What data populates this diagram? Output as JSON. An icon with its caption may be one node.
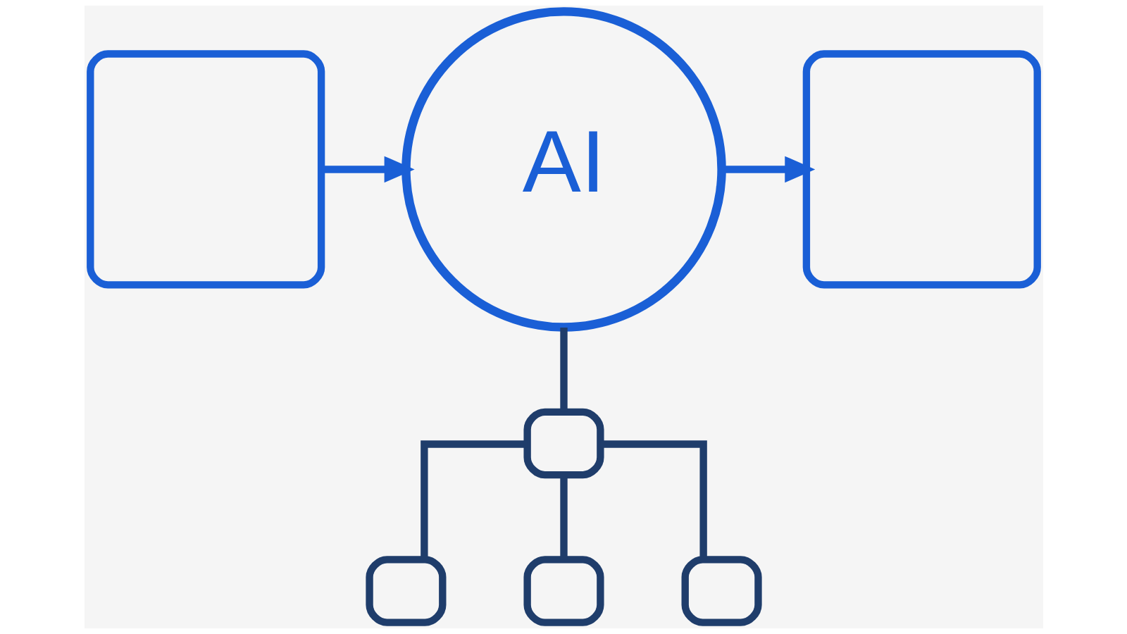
{
  "diagram": {
    "nodes": [
      {
        "text": [],
        "shape": "box"
      },
      {
        "text": [
          "AI"
        ]
      },
      {
        "text": [],
        "shape": "box"
      },
      {
        "text": [],
        "shape": "box"
      },
      {
        "text": [],
        "shape": "box"
      },
      {
        "text": [],
        "shape": "box"
      },
      {
        "text": [],
        "shape": "box"
      }
    ],
    "edges": [
      {
        "from": 0,
        "to": 1,
        "arrow": "to",
        "color": "#1a5fd6"
      },
      {
        "from": 1,
        "to": 2,
        "arrow": "to",
        "color": "#1a5fd6"
      },
      {
        "from": 1,
        "to": 3,
        "arrow": "none"
      },
      {
        "from": 3,
        "to": 4,
        "arrow": "none"
      },
      {
        "from": 3,
        "to": 5,
        "arrow": "none"
      },
      {
        "from": 3,
        "to": 6,
        "arrow": "none"
      }
    ]
  }
}
